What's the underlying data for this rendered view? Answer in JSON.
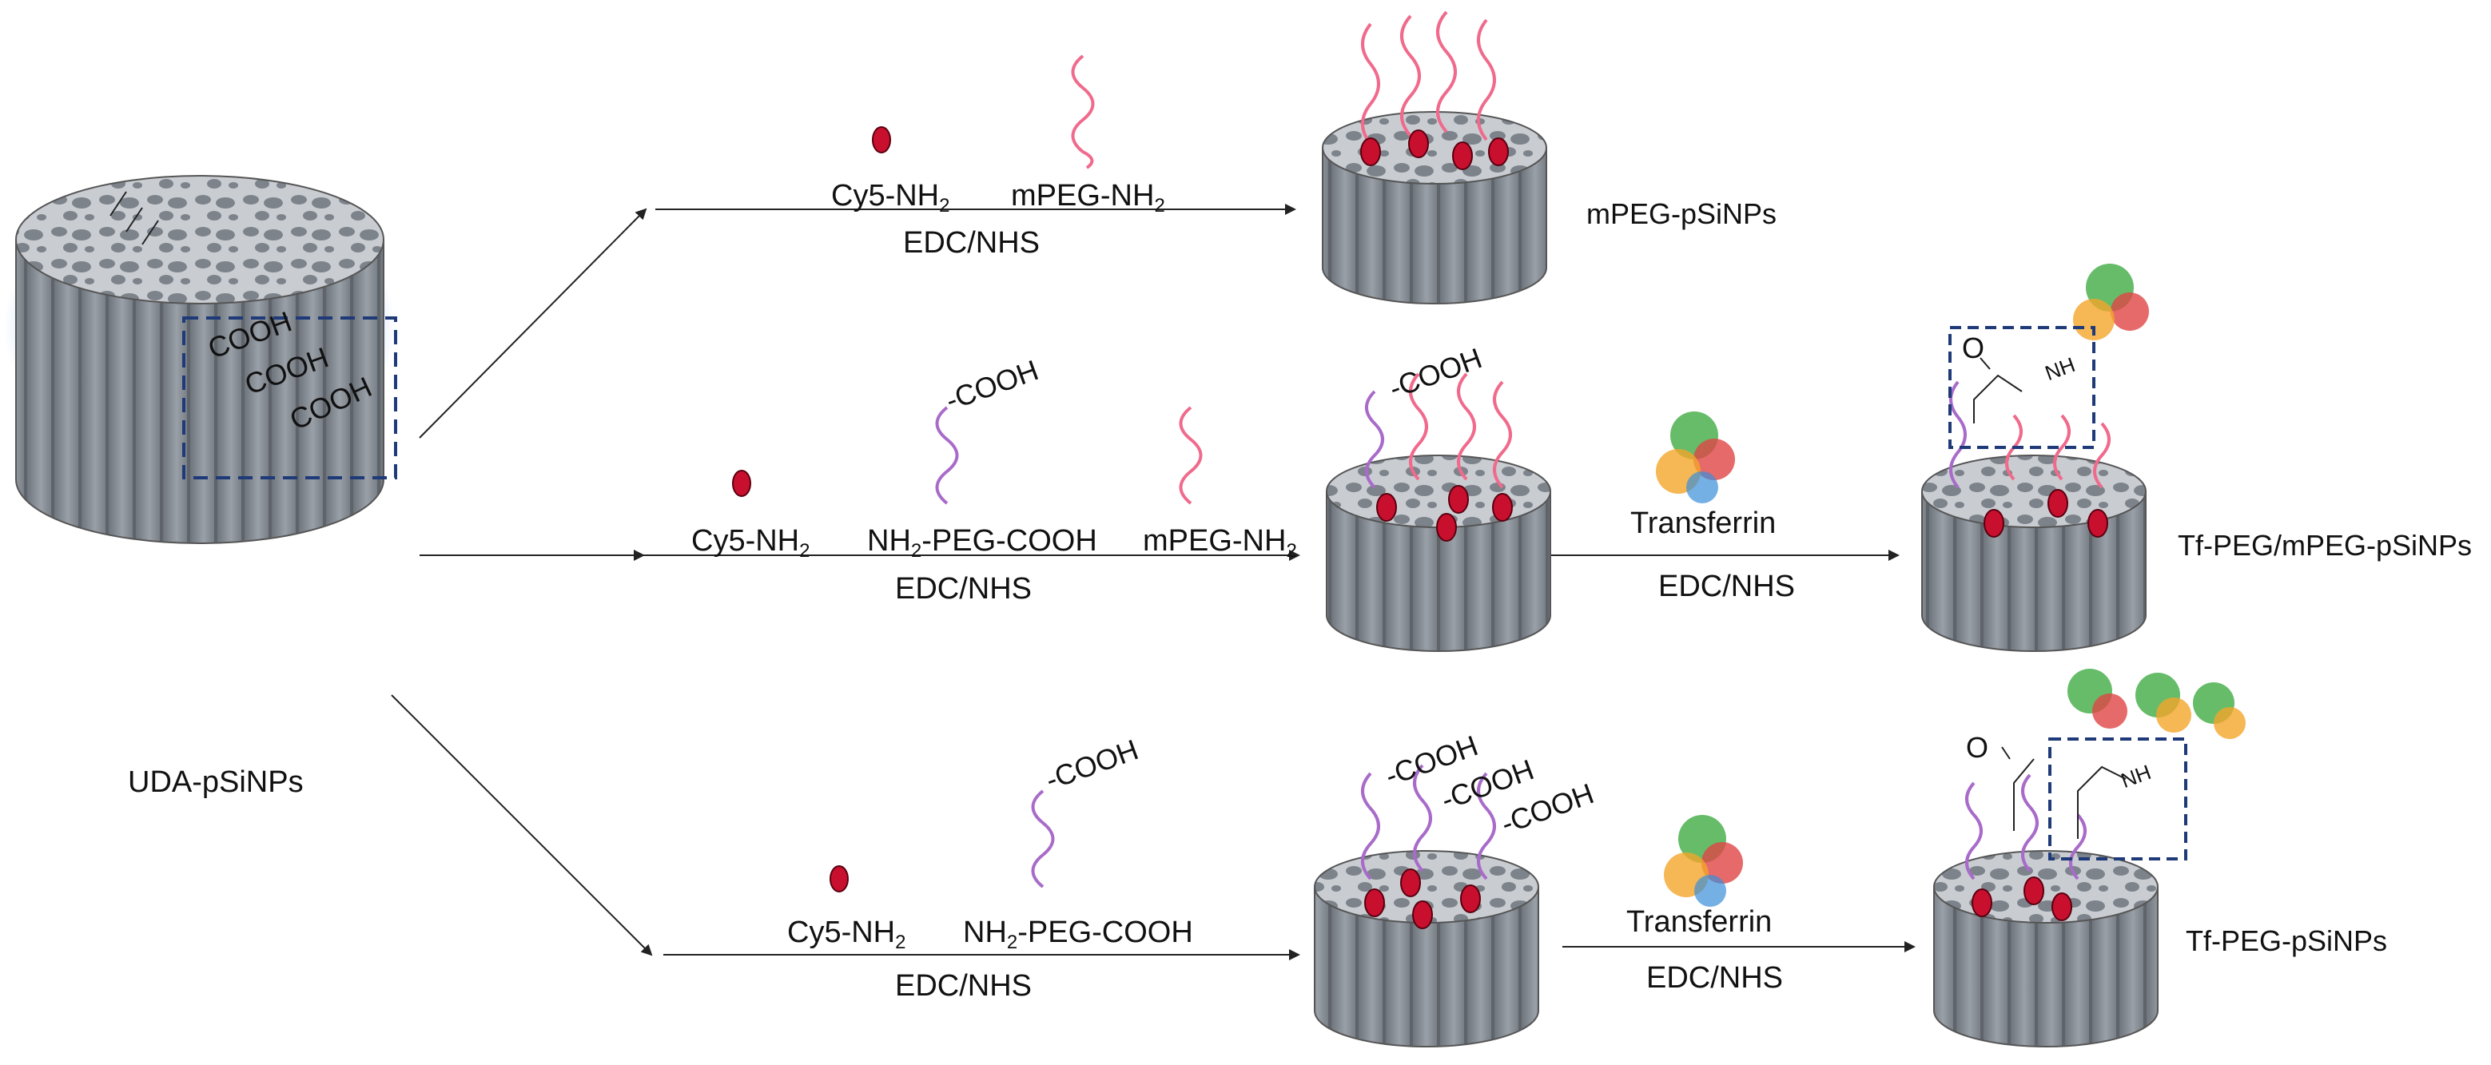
{
  "start": {
    "label": "UDA-pSiNPs",
    "cooh": [
      "COOH",
      "COOH",
      "COOH"
    ]
  },
  "reagents": {
    "cy5": "Cy5-NH",
    "mpeg": "mPEG-NH",
    "peg_cooh": "NH",
    "peg_cooh_rest": "-PEG-COOH",
    "sub2": "2",
    "coupling": "EDC/NHS",
    "transferrin": "Transferrin",
    "cooh": "-COOH"
  },
  "products": {
    "p1": "mPEG-pSiNPs",
    "p2": "Tf-PEG/mPEG-pSiNPs",
    "p3": "Tf-PEG-pSiNPs"
  },
  "chem": {
    "o": "O",
    "nh": "NH"
  },
  "colors": {
    "particle": "#8e949c",
    "particle_dark": "#6b7078",
    "pore_top": "#c9cdd2",
    "dye": "#c8102e",
    "mpeg_chain": "#f06a8c",
    "peg_cooh_chain": "#a86bc9",
    "dashed_box": "#1f3a78",
    "glow": "#9ec3ef"
  }
}
